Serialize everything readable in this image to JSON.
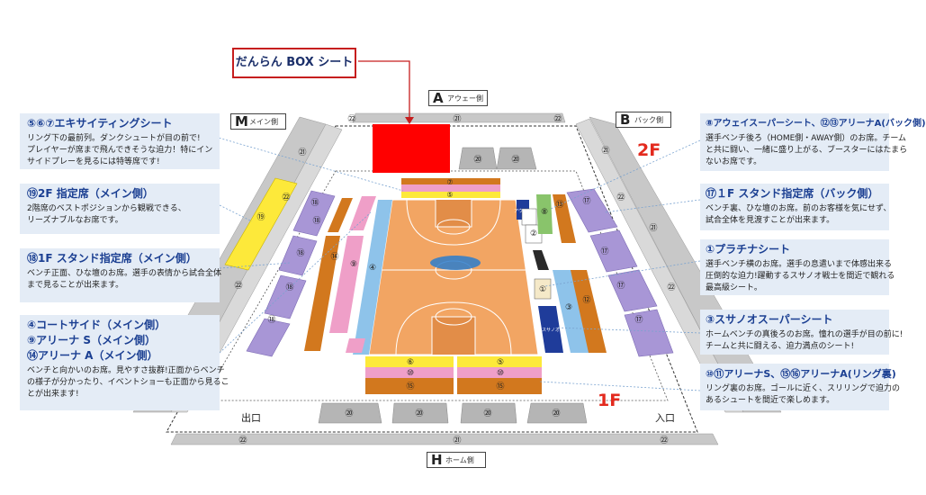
{
  "callout": {
    "label": "だんらん BOX シート"
  },
  "sides": {
    "A": {
      "letter": "A",
      "label": "アウェー側"
    },
    "M": {
      "letter": "M",
      "label": "メイン側"
    },
    "B": {
      "letter": "B",
      "label": "バック側"
    },
    "H": {
      "letter": "H",
      "label": "ホーム側"
    }
  },
  "floors": {
    "upper": "2F",
    "lower": "1F"
  },
  "exits": {
    "out": "出口",
    "in": "入口"
  },
  "left_boxes": [
    {
      "title": "⑤⑥⑦エキサイティングシート",
      "desc": [
        "リング下の最前列。ダンクシュートが目の前で!",
        "プレイヤーが席まで飛んできそうな迫力！特にイン",
        "サイドプレーを見るには特等席です!"
      ]
    },
    {
      "title": "⑲2F 指定席（メイン側）",
      "desc": [
        "2階席のベストポジションから観戦できる、",
        "リーズナブルなお席です。"
      ]
    },
    {
      "title": "⑱1F スタンド指定席（メイン側）",
      "desc": [
        "ベンチ正面、ひな壇のお席。選手の表情から試合全体",
        "まで見ることが出来ます。"
      ]
    },
    {
      "title": "④コートサイド（メイン側）",
      "title2": "⑨アリーナ S（メイン側）",
      "title3": "⑭アリーナ A（メイン側）",
      "desc": [
        "ベンチと向かいのお席。見やすさ抜群!正面からベンチ",
        "の様子が分かったり、イベントショーも正面から見るこ",
        "とが出来ます!"
      ]
    }
  ],
  "right_boxes": [
    {
      "title": "⑧アウェイスーパーシート、⑫⑬アリーナA(バック側)",
      "desc": [
        "選手ベンチ後ろ（HOME側・AWAY側）のお席。チーム",
        "と共に闘い、一緒に盛り上がる、ブースターにはたまら",
        "ないお席です。"
      ]
    },
    {
      "title": "⑰１F スタンド指定席（バック側）",
      "desc": [
        "ベンチ裏、ひな壇のお席。前のお客様を気にせず、",
        "試合全体を見渡すことが出来ます。"
      ]
    },
    {
      "title": "①プラチナシート",
      "desc": [
        "選手ベンチ横のお席。選手の息遣いまで体感出来る",
        "圧倒的な迫力!躍動するスサノオ戦士を間近で観れる",
        "最高級シート。"
      ]
    },
    {
      "title": "③スサノオスーパーシート",
      "desc": [
        "ホームベンチの真後ろのお席。憧れの選手が目の前に!",
        "チームと共に闘える、迫力満点のシート!"
      ]
    },
    {
      "title": "⑩⑪アリーナS、⑮⑯アリーナA(リング裏)",
      "desc": [
        "リング裏のお席。ゴールに近く、スリリングで迫力の",
        "あるシュートを間近で楽しめます。"
      ]
    }
  ],
  "seats": {
    "s1": "①",
    "s2": "②",
    "s3": "③",
    "s4": "④",
    "s5": "⑤",
    "s6": "⑥",
    "s7": "⑦",
    "s8": "⑧",
    "s9": "⑨",
    "s10": "⑩",
    "s11": "⑪",
    "s12": "⑫",
    "s13": "⑬",
    "s14": "⑭",
    "s15": "⑮",
    "s16": "⑯",
    "s17": "⑰",
    "s18": "⑱",
    "s19": "⑲",
    "s20": "⑳",
    "s21": "㉑",
    "s22": "㉒",
    "away_bench": "アウェイ",
    "home_bench": "スサノオ"
  },
  "colors": {
    "court": "#f2a563",
    "orange": "#d2781e",
    "pink": "#ef9fc8",
    "lightblue": "#8ec3ea",
    "yellow": "#fde93a",
    "purple": "#a896d6",
    "gray": "#c8c8c8",
    "green": "#89c46b",
    "navy": "#1f3c9a",
    "red": "#ff0000",
    "black": "#2a2a2a",
    "cream": "#f5e9c8"
  }
}
